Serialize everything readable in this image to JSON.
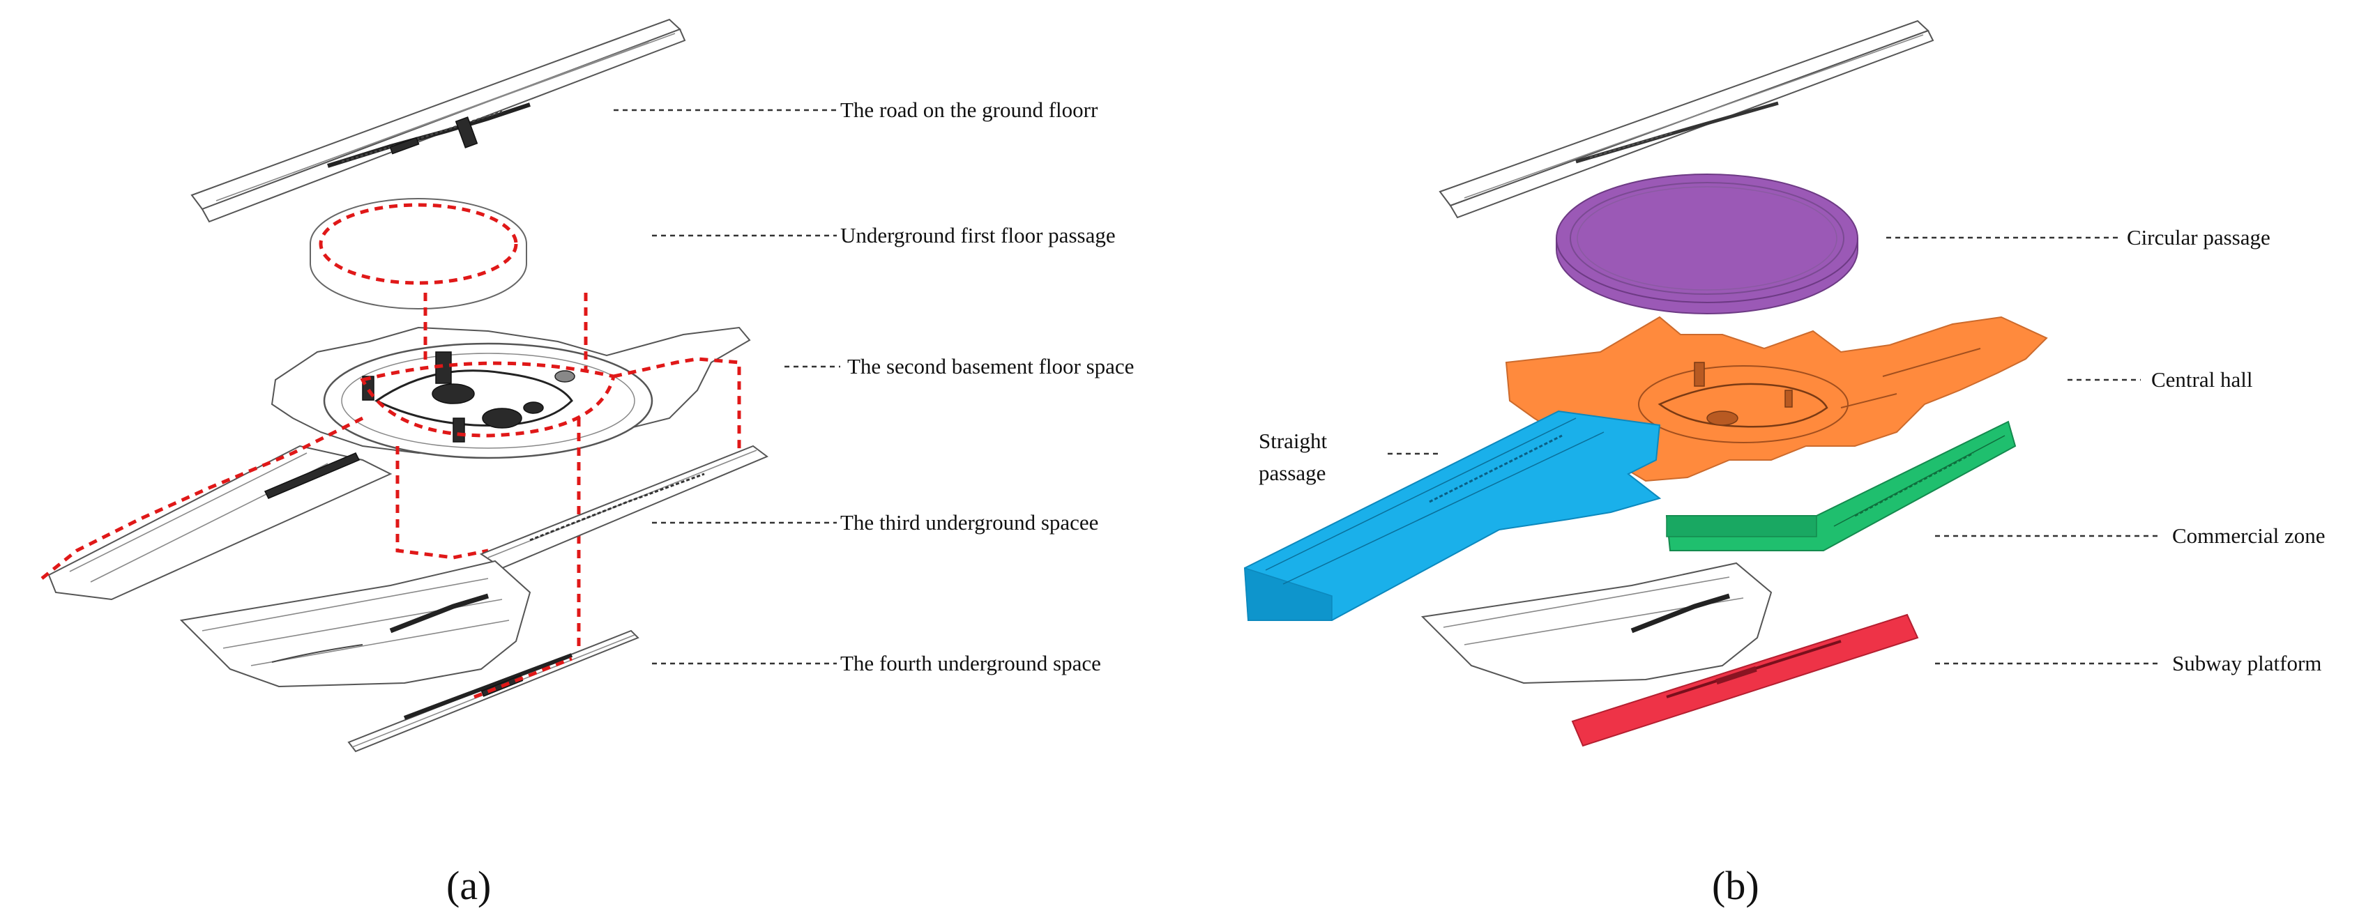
{
  "panel_a": {
    "caption": "(a)",
    "labels": {
      "ground_road": "The road on the ground floorr",
      "first_floor": "Underground first floor passage",
      "second_basement": "The second basement floor space",
      "third": "The third underground spacee",
      "fourth": "The fourth underground space"
    }
  },
  "panel_b": {
    "caption": "(b)",
    "labels": {
      "circular": "Circular passage",
      "central": "Central hall",
      "straight_line1": "Straight",
      "straight_line2": "passage",
      "commercial": "Commercial zone",
      "subway": "Subway platform"
    },
    "colors": {
      "circular_passage": "#9b59b6",
      "central_hall": "#ff8a3d",
      "straight_passage": "#1ab0ea",
      "commercial_zone": "#1fbf6e",
      "subway_platform": "#ee3347"
    }
  },
  "colors": {
    "route_line": "#e01818"
  }
}
